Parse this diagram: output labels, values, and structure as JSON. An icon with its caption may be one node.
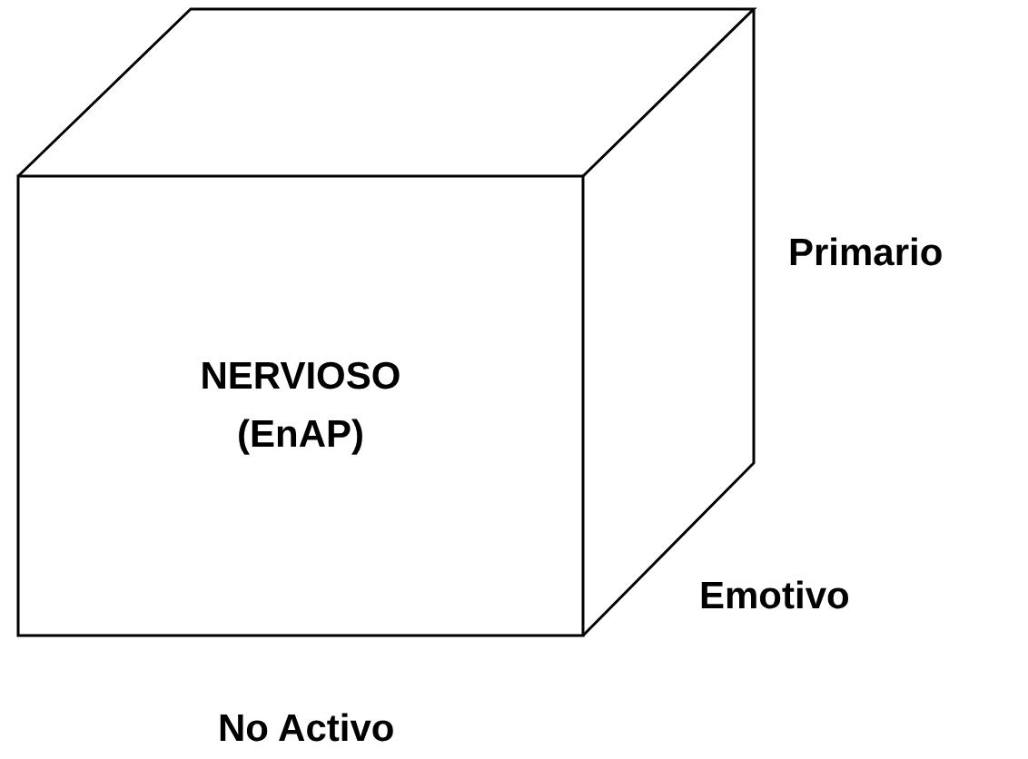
{
  "diagram": {
    "nodes": [
      {
        "text": [
          "NERVIOSO (EnAP)"
        ]
      }
    ],
    "labels": [
      "Primario",
      "Emotivo",
      "No Activo"
    ]
  }
}
